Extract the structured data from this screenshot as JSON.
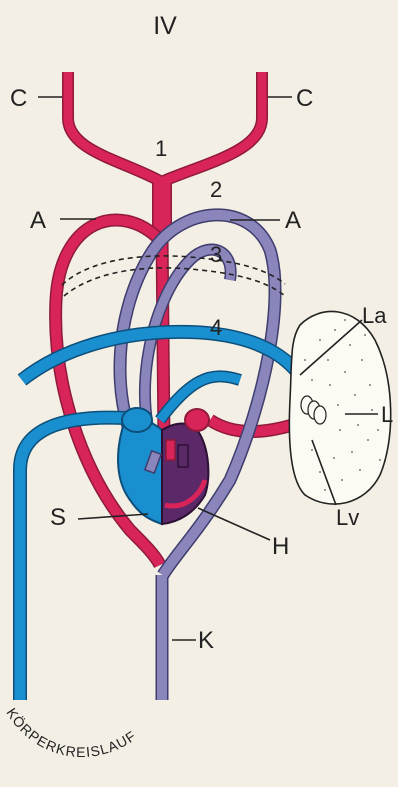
{
  "diagram": {
    "title": "IV",
    "labels": {
      "C_left": "C",
      "C_right": "C",
      "num_1": "1",
      "num_2": "2",
      "num_3": "3",
      "num_4": "4",
      "A_left": "A",
      "A_right": "A",
      "La": "La",
      "L": "L",
      "Lv": "Lv",
      "S": "S",
      "H": "H",
      "K": "K"
    },
    "arc_text": "KÖRPERKREISLAUF"
  },
  "colors": {
    "background": "#f3efe4",
    "artery": "#d9245a",
    "vein": "#1a8fd0",
    "mixed": "#8a86bc",
    "lung": "#fbfaf3",
    "heart_dark": "#5b2868"
  }
}
